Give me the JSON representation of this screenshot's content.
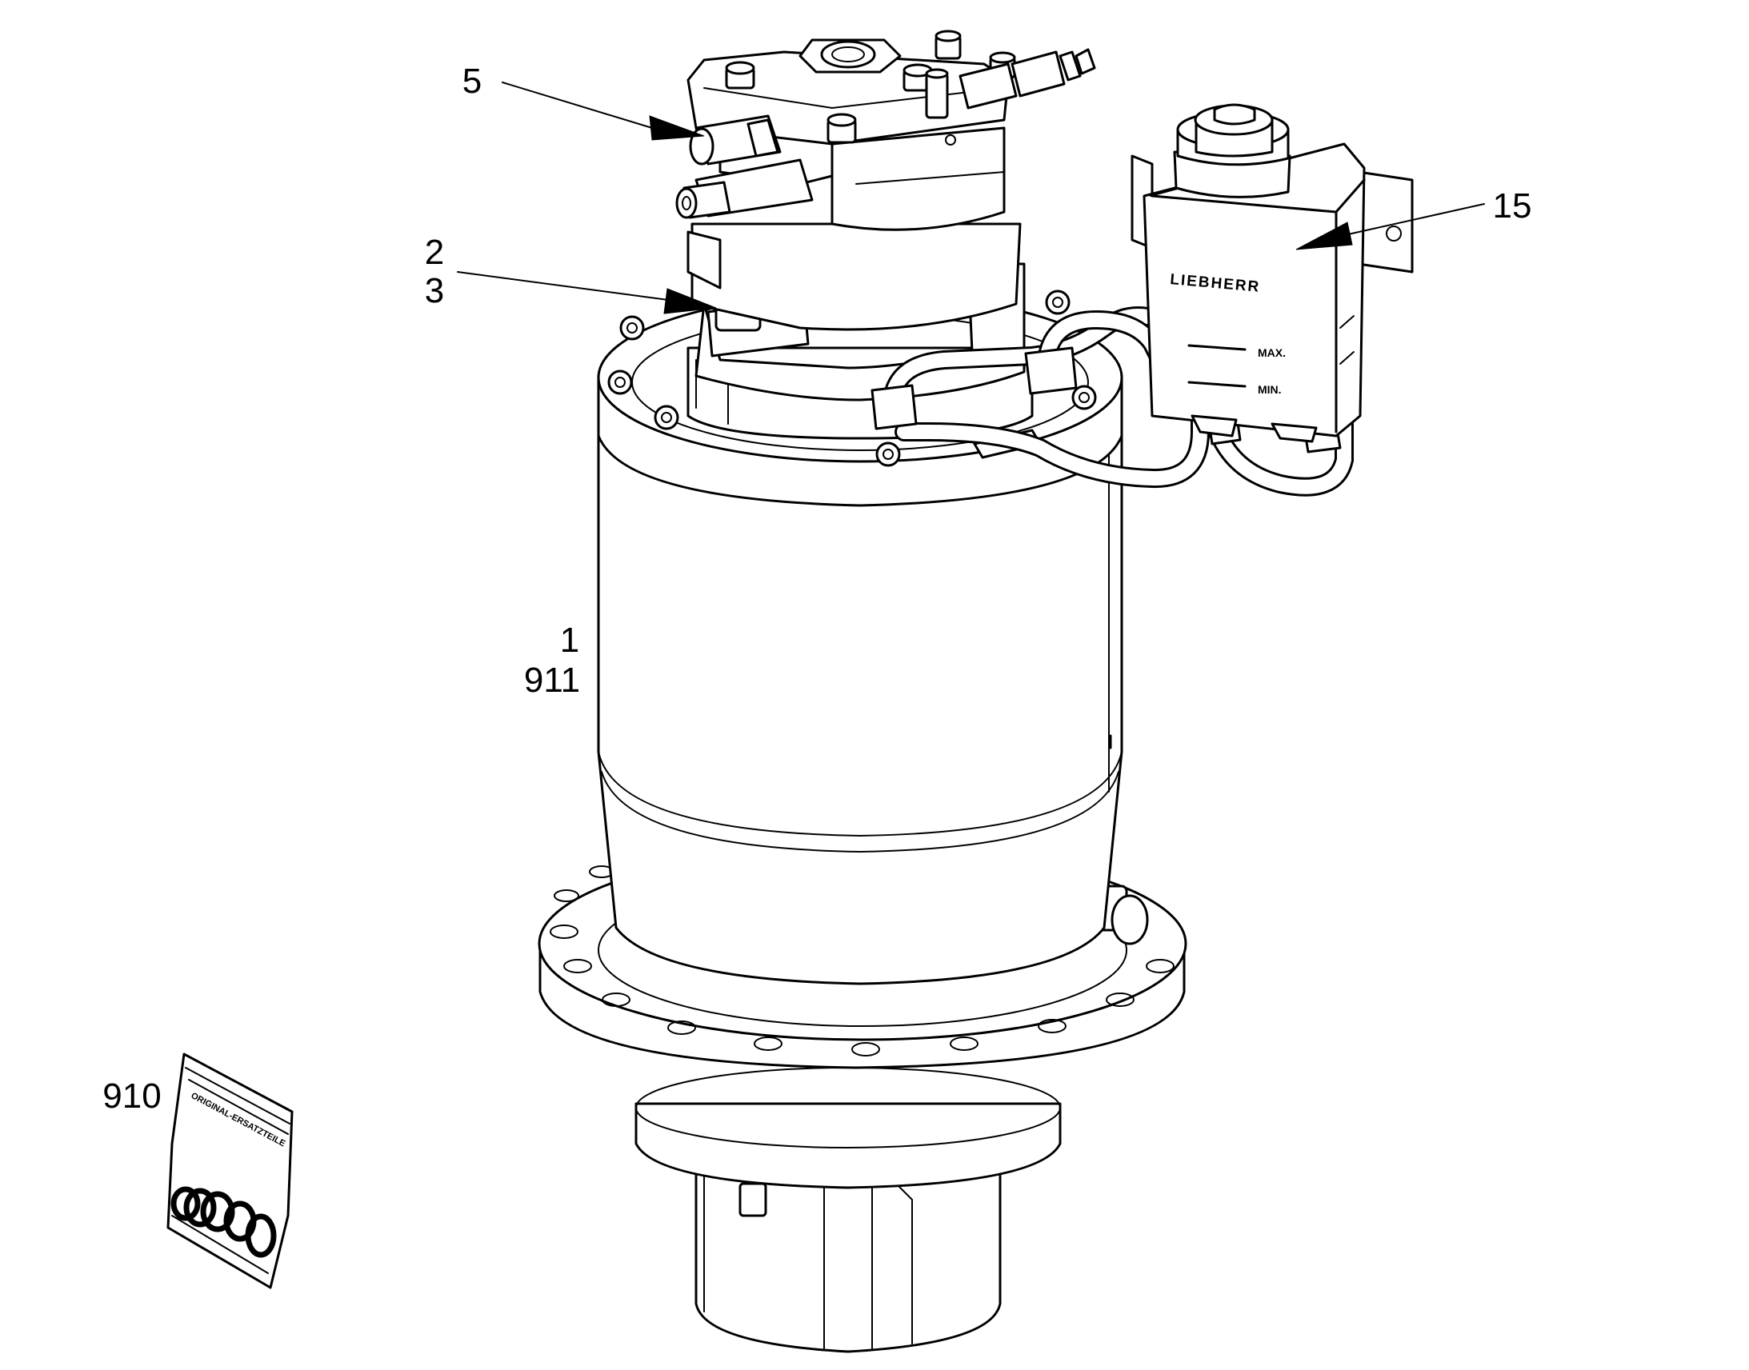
{
  "callouts": {
    "c5": "5",
    "c2": "2",
    "c3": "3",
    "c15": "15",
    "c1": "1",
    "c911": "911",
    "c910": "910"
  },
  "reservoir": {
    "brand": "LIEBHERR",
    "max_label": "MAX.",
    "min_label": "MIN."
  },
  "kit_bag": {
    "print": "ORIGINAL-ERSATZTEILE"
  }
}
